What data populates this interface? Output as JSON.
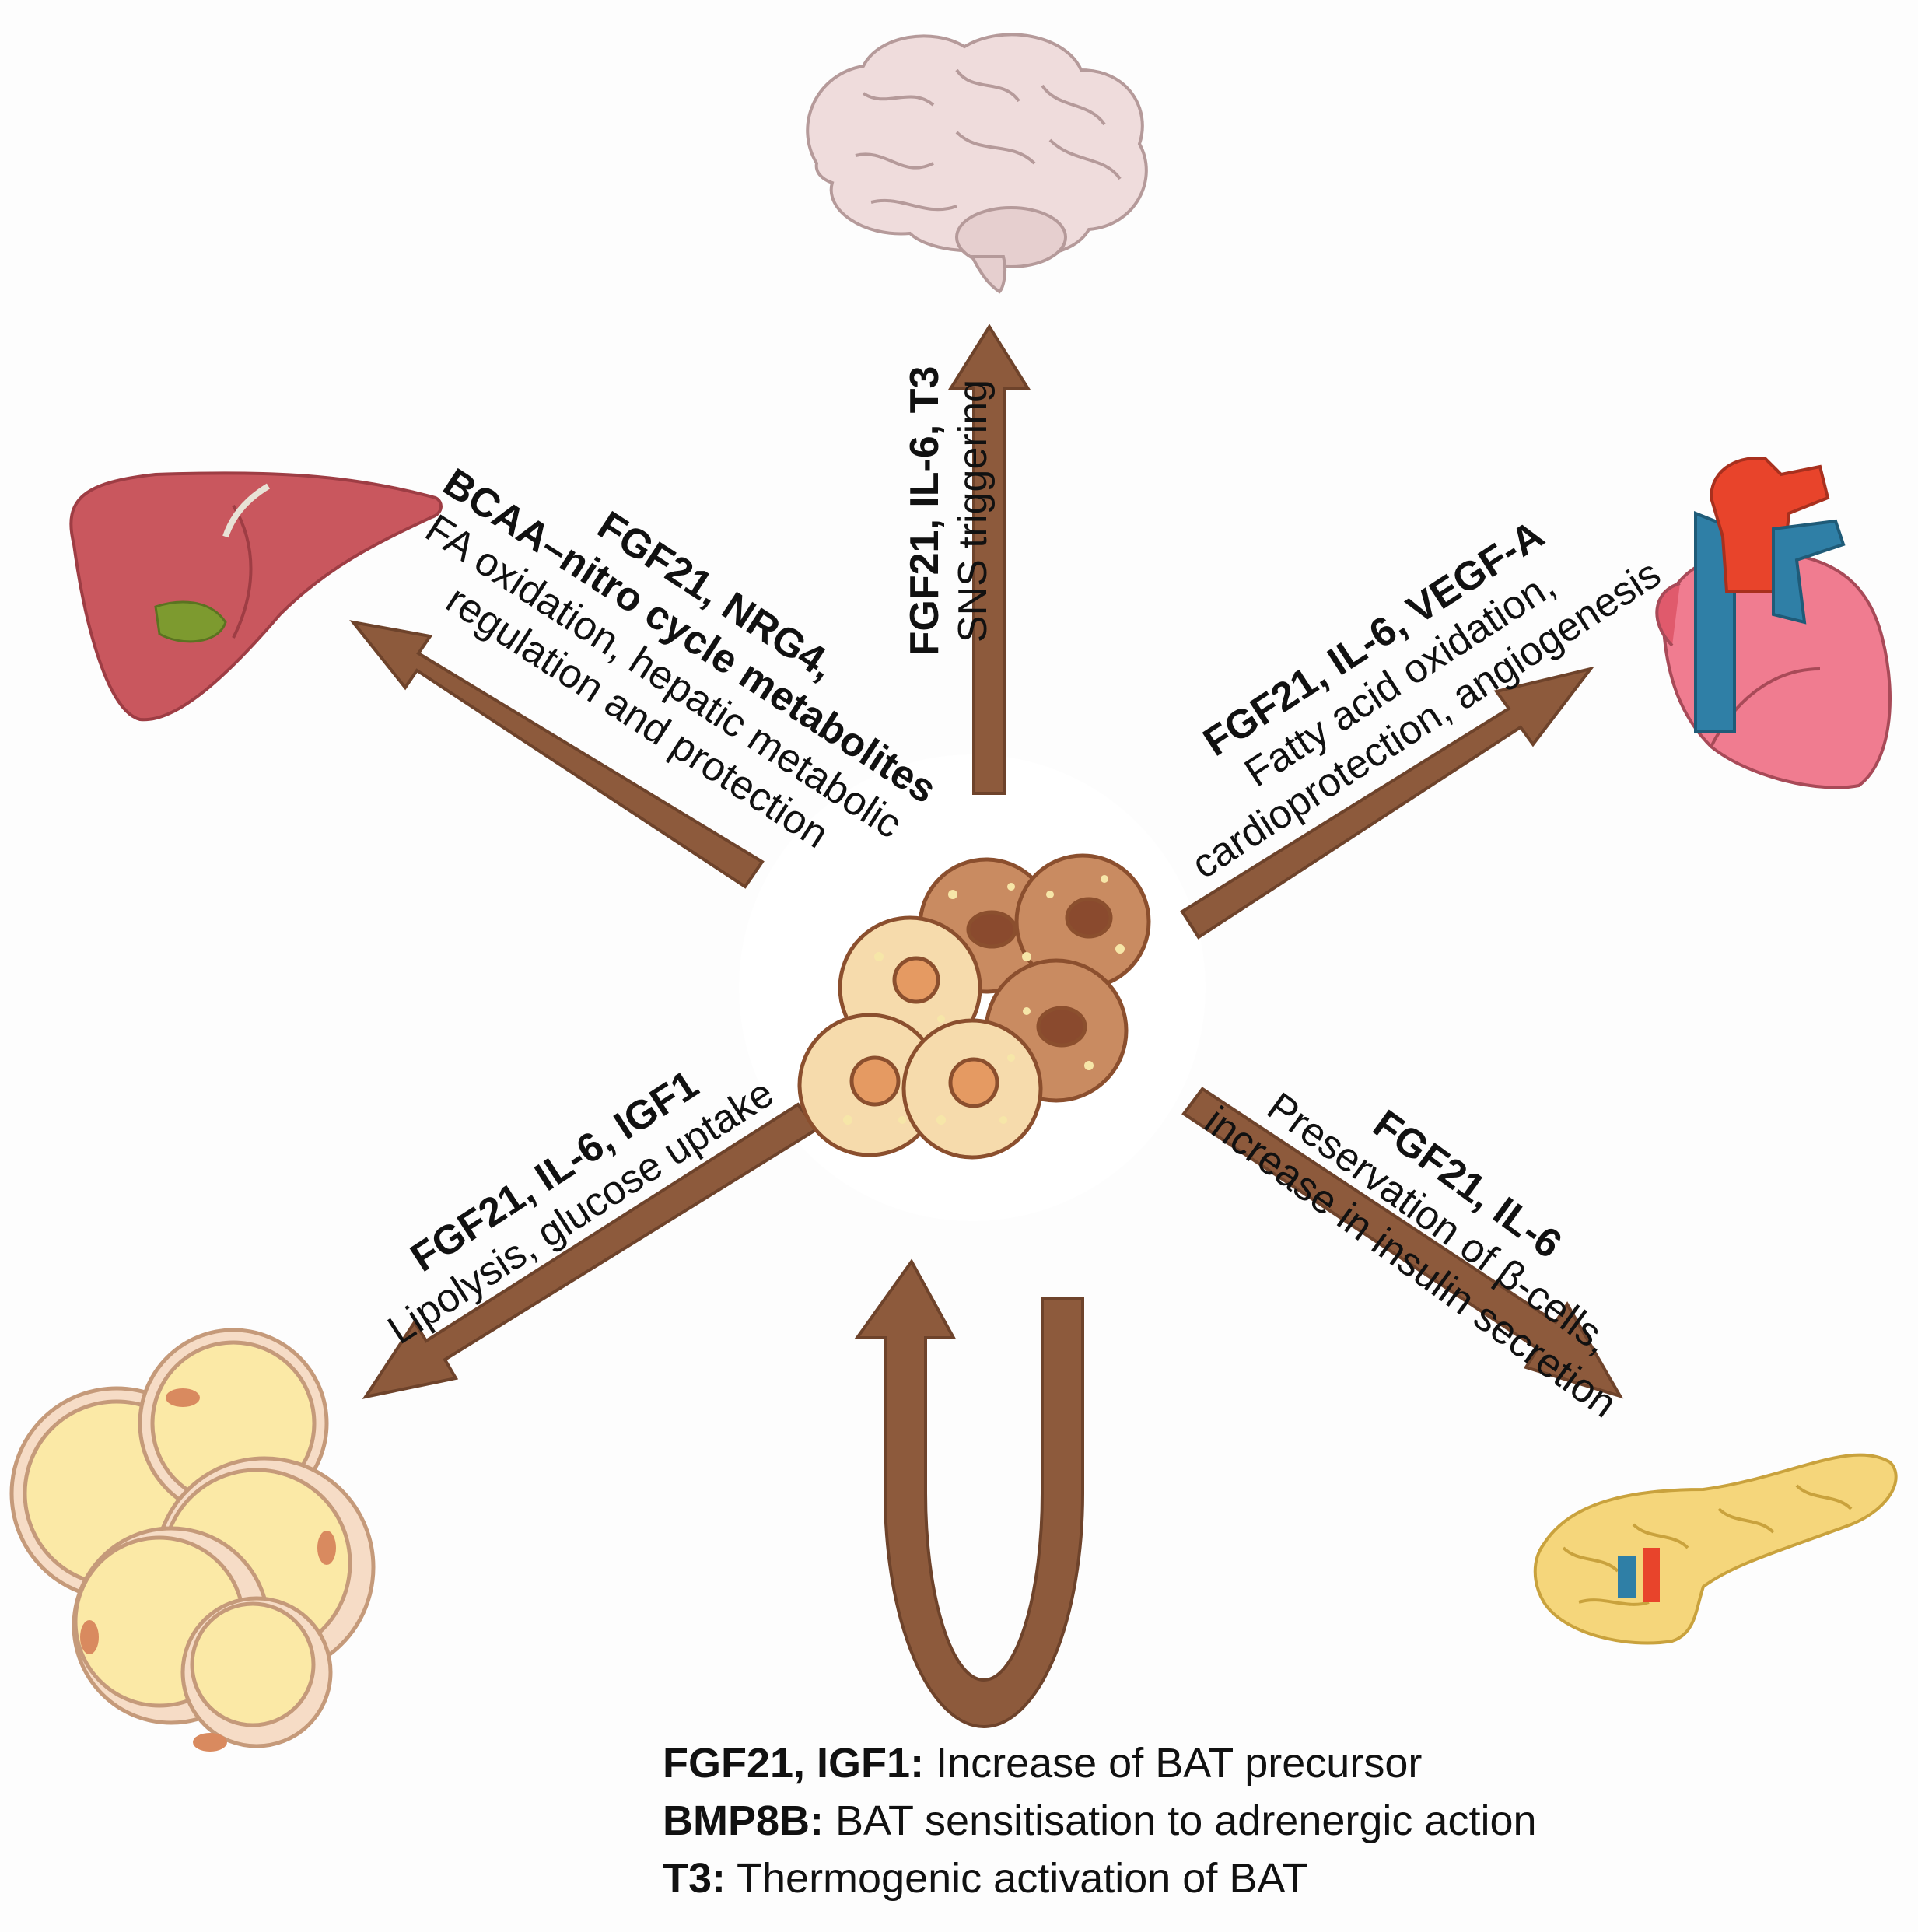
{
  "center": {
    "name": "brown-adipose-cells"
  },
  "targets": {
    "brain": {
      "factors": "FGF21, IL-6, T3",
      "effect": "SNS triggering"
    },
    "liver": {
      "factors_line1": "FGF21, NRG4,",
      "factors_line2": "BCAA–nitro cycle metabolites",
      "effect_line1": "FA oxidation, hepatic metabolic",
      "effect_line2": "regulation and protection"
    },
    "heart": {
      "factors": "FGF21, IL-6, VEGF-A",
      "effect_line1": "Fatty acid oxidation,",
      "effect_line2": "cardioprotection, angiogenesis"
    },
    "white_adipose": {
      "factors": "FGF21, IL-6, IGF1",
      "effect": "Lipolysis, glucose uptake"
    },
    "pancreas": {
      "factors": "FGF21, IL-6",
      "effect_line1": "Preservation of β-cells,",
      "effect_line2": "increase in insulin secretion"
    }
  },
  "autocrine": {
    "items": [
      {
        "factors": "FGF21, IGF1:",
        "effect": " Increase of BAT precursor"
      },
      {
        "factors": "BMP8B:",
        "effect": " BAT sensitisation to adrenergic action"
      },
      {
        "factors": "T3:",
        "effect": " Thermogenic activation of BAT"
      }
    ]
  },
  "colors": {
    "arrow": "#8d5a3c",
    "arrow_edge": "#6e432b",
    "liver": "#c9575e",
    "heart_red": "#e8442b",
    "heart_blue": "#2f7fa6",
    "brain": "#efdcdc",
    "white_fat": "#fbe9a6",
    "bat_cell": "#c07a52",
    "pancreas": "#f5d67b"
  }
}
